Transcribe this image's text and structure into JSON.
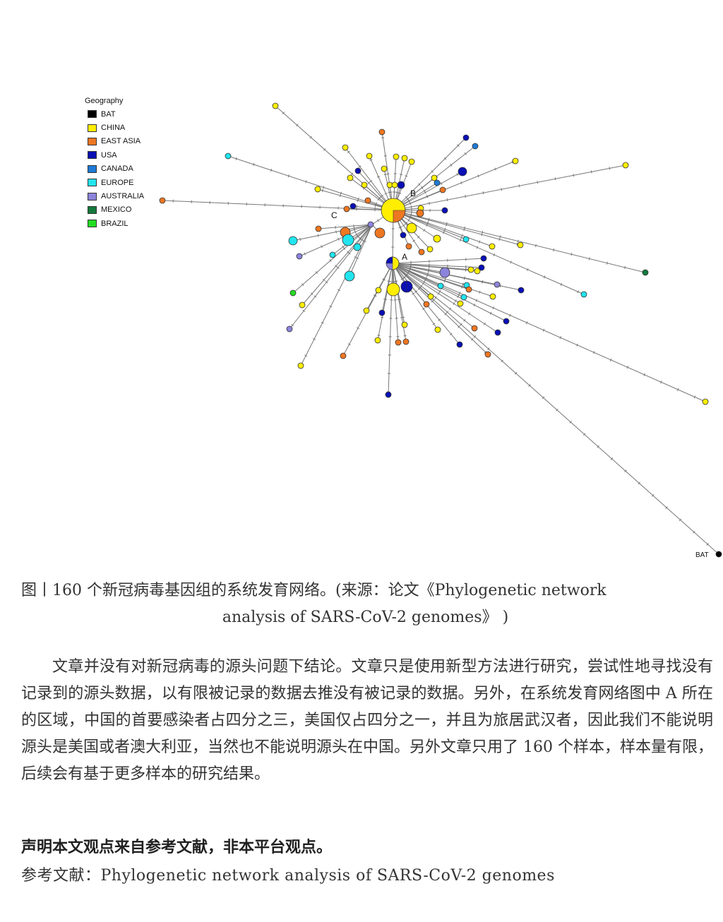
{
  "figure": {
    "legend": {
      "title": "Geography",
      "items": [
        {
          "label": "BAT",
          "color": "#000000"
        },
        {
          "label": "CHINA",
          "color": "#ffee00"
        },
        {
          "label": "EAST ASIA",
          "color": "#ee7722"
        },
        {
          "label": "USA",
          "color": "#0a10b4"
        },
        {
          "label": "CANADA",
          "color": "#1e7ad6"
        },
        {
          "label": "EUROPE",
          "color": "#22e4ee"
        },
        {
          "label": "AUSTRALIA",
          "color": "#8c84dc"
        },
        {
          "label": "MEXICO",
          "color": "#147a3c"
        },
        {
          "label": "BRAZIL",
          "color": "#22dd22"
        }
      ]
    },
    "cluster_labels": [
      "A",
      "B",
      "C"
    ],
    "bat_label": "BAT"
  },
  "caption": {
    "line1": "图丨160 个新冠病毒基因组的系统发育网络。(来源：论文《Phylogenetic network",
    "line2": "analysis of SARS-CoV-2 genomes》 )"
  },
  "body": {
    "paragraph": "文章并没有对新冠病毒的源头问题下结论。文章只是使用新型方法进行研究，尝试性地寻找没有记录到的源头数据，以有限被记录的数据去推没有被记录的数据。另外，在系统发育网络图中 A 所在的区域，中国的首要感染者占四分之三，美国仅占四分之一，并且为旅居武汉者，因此我们不能说明源头是美国或者澳大利亚，当然也不能说明源头在中国。另外文章只用了 160 个样本，样本量有限，后续会有基于更多样本的研究结果。"
  },
  "statement": "声明本文观点来自参考文献，非本平台观点。",
  "reference": "参考文献：Phylogenetic network analysis of SARS-CoV-2 genomes"
}
